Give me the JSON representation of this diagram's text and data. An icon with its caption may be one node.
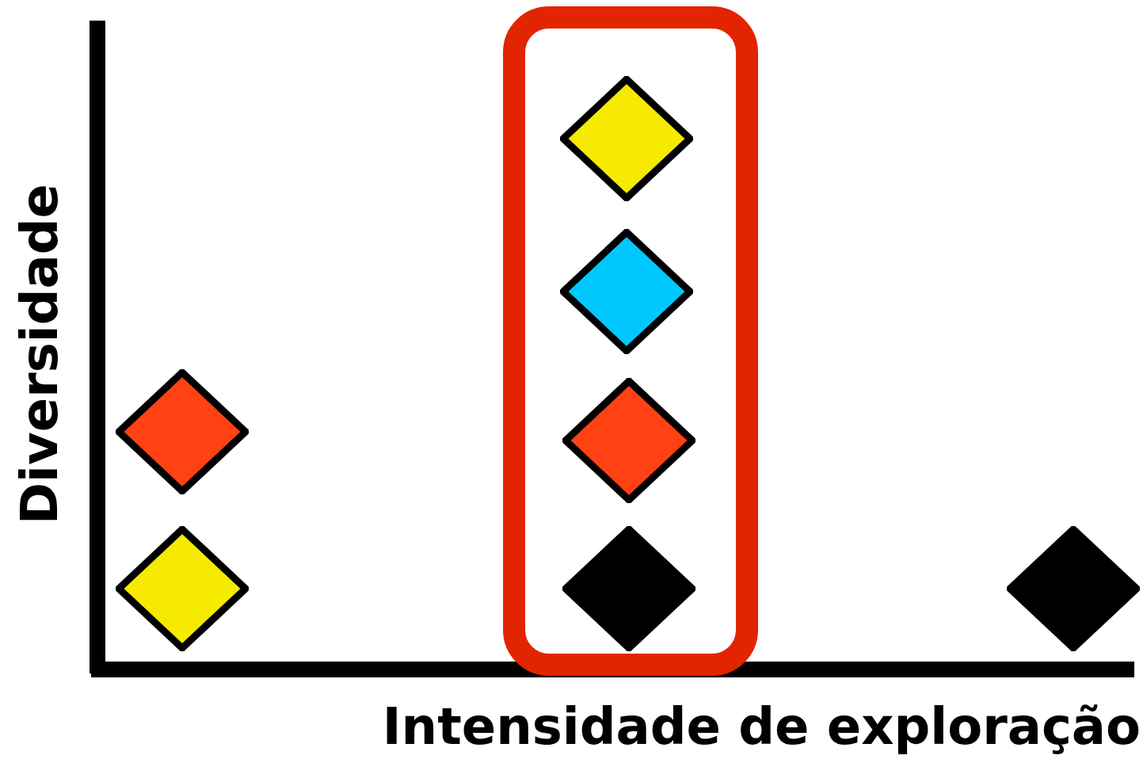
{
  "diagram": {
    "nodes": [
      {
        "text": [],
        "shape": "diamond"
      },
      {
        "text": [],
        "shape": "diamond"
      },
      {
        "text": [],
        "shape": "box"
      },
      {
        "text": [],
        "shape": "diamond",
        "in": 2
      },
      {
        "text": [],
        "shape": "diamond",
        "in": 2
      },
      {
        "text": [],
        "shape": "diamond",
        "in": 2
      },
      {
        "text": [],
        "shape": "diamond",
        "in": 2
      },
      {
        "text": [],
        "shape": "diamond"
      }
    ],
    "labels": [
      "Diversidade",
      "Intensidade de exploração"
    ]
  }
}
